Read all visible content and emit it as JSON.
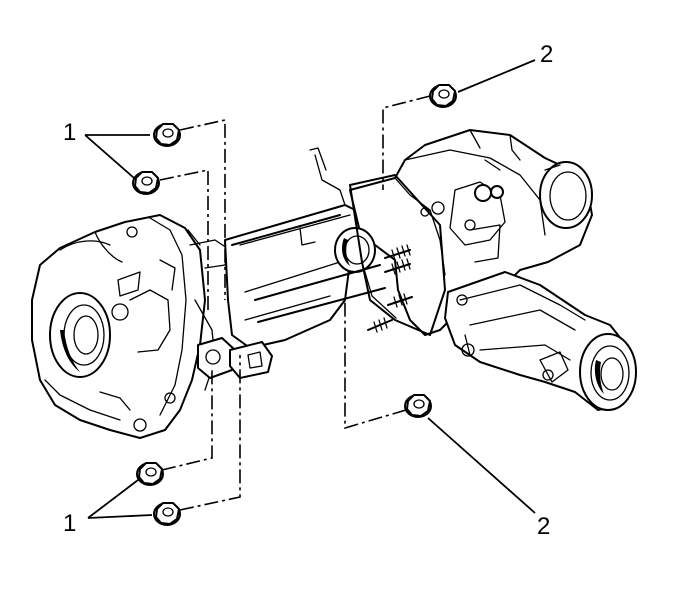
{
  "figure": {
    "callouts": [
      {
        "id": "callout-1-top",
        "label": "1"
      },
      {
        "id": "callout-1-bottom",
        "label": "1"
      },
      {
        "id": "callout-2-top",
        "label": "2"
      },
      {
        "id": "callout-2-bottom",
        "label": "2"
      }
    ],
    "parts": [
      {
        "id": "nut",
        "icon": "hex-nut-icon"
      },
      {
        "id": "transmission-case",
        "icon": "transmission-housing-icon"
      },
      {
        "id": "transfer-case",
        "icon": "transfer-case-housing-icon"
      },
      {
        "id": "adapter-studs",
        "icon": "threaded-stud-icon"
      }
    ]
  }
}
